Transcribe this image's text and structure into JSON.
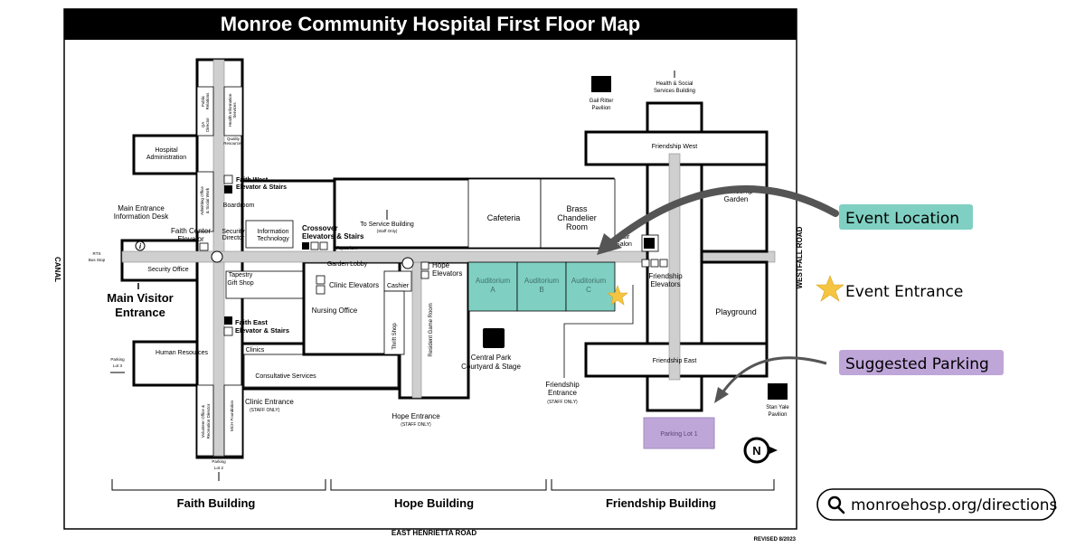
{
  "title": "Monroe Community Hospital First Floor Map",
  "roads": {
    "west": "CANAL",
    "south": "EAST HENRIETTA ROAD",
    "east": "WESTFALL ROAD"
  },
  "revised": "REVISED 8/2023",
  "buildings": [
    "Faith Building",
    "Hope Building",
    "Friendship Building"
  ],
  "rooms": {
    "hospital_admin": [
      "Hospital",
      "Administration"
    ],
    "public_relations": [
      "Public",
      "Relations"
    ],
    "health_info": [
      "Health Information",
      "Services"
    ],
    "qa_director": [
      "QA",
      "Director"
    ],
    "quality_resources": [
      "Quality",
      "Resources"
    ],
    "admitting": [
      "Admitting Office",
      "& Social Work"
    ],
    "faith_west_elev": [
      "Faith West",
      "Elevator & Stairs"
    ],
    "boardroom": "Boardroom",
    "security_director": [
      "Security",
      "Director"
    ],
    "information_technology": [
      "Information",
      "Technology"
    ],
    "crossover_elev": [
      "Crossover",
      "Elevators & Stairs"
    ],
    "aquarium": "Aquarium",
    "to_service": [
      "To Service Building",
      "(Staff Only)"
    ],
    "cafeteria": "Cafeteria",
    "brass_chandelier": [
      "Brass",
      "Chandelier",
      "Room"
    ],
    "main_info_desk": [
      "Main Entrance",
      "Information Desk"
    ],
    "faith_center_elev": [
      "Faith Center",
      "Elevator"
    ],
    "rts_bus_stop": [
      "RTS",
      "Bus Stop"
    ],
    "security_office": "Security Office",
    "tapestry": [
      "Tapestry",
      "Gift Shop"
    ],
    "garden_lobby": "Garden Lobby",
    "clinic_elevators": "Clinic Elevators",
    "cashier": "Cashier",
    "hope_elevators": [
      "Hope",
      "Elevators"
    ],
    "nursing_office": "Nursing Office",
    "thrift_shop": "Thrift Shop",
    "resident_game_room": "Resident Game Room",
    "auditorium_a": [
      "Auditorium",
      "A"
    ],
    "auditorium_b": [
      "Auditorium",
      "B"
    ],
    "auditorium_c": [
      "Auditorium",
      "C"
    ],
    "hair_salon": [
      "Hair",
      "Salon"
    ],
    "friendship_west": "Friendship West",
    "friendship_garden": [
      "Friendship",
      "Garden"
    ],
    "friendship_elev": [
      "Friendship",
      "Elevators"
    ],
    "playground": "Playground",
    "friendship_east": "Friendship East",
    "main_visitor": [
      "Main Visitor",
      "Entrance"
    ],
    "faith_east_elev": [
      "Faith East",
      "Elevator & Stairs"
    ],
    "clinics": "Clinics",
    "human_resources": "Human Resources",
    "parking_lot_3": [
      "Parking",
      "Lot 3"
    ],
    "consultative": "Consultative Services",
    "volunteer": [
      "Volunteer Office &",
      "Recreation Director"
    ],
    "mch_foundation": "MCH Foundation",
    "clinic_entrance": [
      "Clinic Entrance",
      "(STAFF ONLY)"
    ],
    "parking_lot_2": [
      "Parking",
      "Lot 2"
    ],
    "central_park": [
      "Central Park",
      "Courtyard & Stage"
    ],
    "hope_entrance": [
      "Hope Entrance",
      "(STAFF ONLY)"
    ],
    "friendship_entrance": [
      "Friendship",
      "Entrance",
      "(STAFF ONLY)"
    ],
    "gail_ritter": [
      "Gail Ritter",
      "Pavilion"
    ],
    "health_social": [
      "Health & Social",
      "Services Building"
    ],
    "stan_yale": [
      "Stan Yale",
      "Pavilion"
    ],
    "parking_lot_1": "Parking Lot 1"
  },
  "info_symbol": "i",
  "north_symbol": "N",
  "legend": {
    "event_location": "Event Location",
    "event_entrance": "Event Entrance",
    "suggested_parking": "Suggested Parking",
    "website": "monroehosp.org/directions"
  },
  "colors": {
    "event_location": "#7fd0c2",
    "suggested_parking": "#bfa6d9",
    "event_entrance": "#f5c542"
  }
}
